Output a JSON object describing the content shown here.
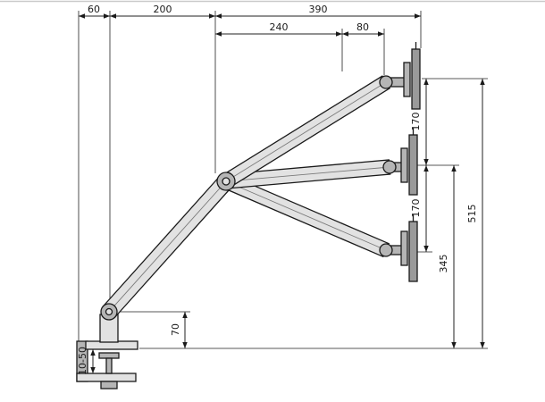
{
  "dims": {
    "d60": "60",
    "d200": "200",
    "d390": "390",
    "d240": "240",
    "d80": "80",
    "d170_upper": "170",
    "d170_lower": "170",
    "d515": "515",
    "d345": "345",
    "d70": "70",
    "d10_50": "10-50"
  },
  "colors": {
    "background": "#ffffff",
    "line": "#1a1a1a",
    "dim_line": "#222222",
    "arm_fill": "#e2e2e2",
    "joint_fill": "#b5b5b5",
    "monitor_fill": "#9a9a9a"
  }
}
